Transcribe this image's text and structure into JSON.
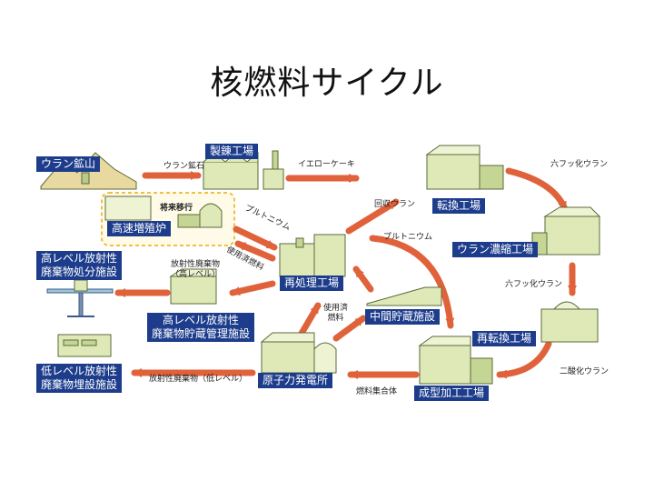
{
  "title": "核燃料サイクル",
  "facilities": {
    "mine": "ウラン鉱山",
    "refining": "製錬工場",
    "conversion": "転換工場",
    "enrichment": "ウラン濃縮工場",
    "reconversion": "再転換工場",
    "fabrication": "成型加工工場",
    "power_plant": "原子力発電所",
    "interim_storage": "中間貯蔵施設",
    "reprocessing": "再処理工場",
    "fast_breeder": "高速増殖炉",
    "hlw_storage_1": "高レベル放射性",
    "hlw_storage_2": "廃棄物貯蔵管理施設",
    "hlw_disposal_1": "高レベル放射性",
    "hlw_disposal_2": "廃棄物処分施設",
    "llw_disposal_1": "低レベル放射性",
    "llw_disposal_2": "廃棄物埋設施設"
  },
  "flows": {
    "uranium_ore": "ウラン鉱石",
    "yellowcake": "イエローケーキ",
    "uf6_1": "六フッ化ウラン",
    "uf6_2": "六フッ化ウラン",
    "uo2": "二酸化ウラン",
    "fuel_assembly": "燃料集合体",
    "spent_fuel_1a": "使用済",
    "spent_fuel_1b": "燃料",
    "spent_fuel_2": "使用済燃料",
    "recovered_uranium": "回収ウラン",
    "plutonium_1": "プルトニウム",
    "plutonium_2": "プルトニウム",
    "hlw_a": "放射性廃棄物",
    "hlw_b": "（高レベル）",
    "llw": "放射性廃棄物（低レベル）",
    "future": "将来移行"
  },
  "colors": {
    "label_bg": "#1d3d8c",
    "arrow": "#e0623a",
    "building": "#dfe9b8",
    "dashed_border": "#f0c040"
  }
}
